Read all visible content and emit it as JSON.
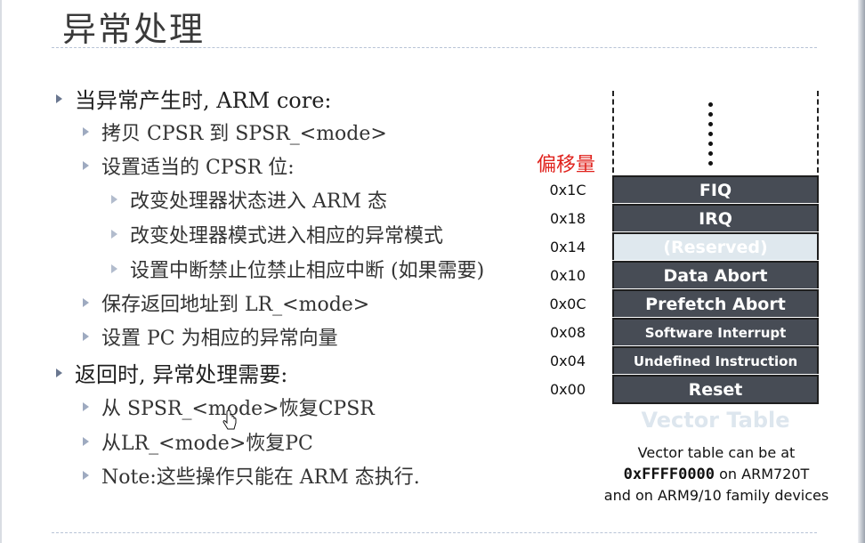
{
  "slide": {
    "title": "异常处理",
    "bullets": [
      {
        "level": 1,
        "text": "当异常产生时, ARM core:"
      },
      {
        "level": 2,
        "text": "拷贝 CPSR 到 SPSR_<mode>"
      },
      {
        "level": 2,
        "text": "设置适当的 CPSR 位:"
      },
      {
        "level": 3,
        "text": "改变处理器状态进入 ARM 态"
      },
      {
        "level": 3,
        "text": "改变处理器模式进入相应的异常模式"
      },
      {
        "level": 3,
        "text": "设置中断禁止位禁止相应中断 (如果需要)"
      },
      {
        "level": 2,
        "text": "保存返回地址到 LR_<mode>"
      },
      {
        "level": 2,
        "text": "设置 PC 为相应的异常向量"
      },
      {
        "level": 1,
        "text": "返回时, 异常处理需要:"
      },
      {
        "level": 2,
        "text": "从 SPSR_<mode>恢复CPSR"
      },
      {
        "level": 2,
        "text": "从LR_<mode>恢复PC"
      },
      {
        "level": 2,
        "text": "Note:这些操作只能在 ARM 态执行."
      }
    ]
  },
  "vector_table": {
    "offset_label": "偏移量",
    "rows": [
      {
        "addr": "0x1C",
        "label": "FIQ",
        "style": "big"
      },
      {
        "addr": "0x18",
        "label": "IRQ",
        "style": "big"
      },
      {
        "addr": "0x14",
        "label": "(Reserved)",
        "style": "reserved"
      },
      {
        "addr": "0x10",
        "label": "Data Abort",
        "style": "big"
      },
      {
        "addr": "0x0C",
        "label": "Prefetch Abort",
        "style": "big"
      },
      {
        "addr": "0x08",
        "label": "Software Interrupt",
        "style": "small"
      },
      {
        "addr": "0x04",
        "label": "Undefined Instruction",
        "style": "small"
      },
      {
        "addr": "0x00",
        "label": "Reset",
        "style": "big"
      }
    ],
    "caption": "Vector Table",
    "note_line1": "Vector table can be at",
    "note_address": "0xFFFF0000",
    "note_line2_suffix": " on ARM720T",
    "note_line3": "and on ARM9/10 family devices"
  },
  "colors": {
    "row_fill": "#474c55",
    "reserved_fill": "#dfe8ee",
    "offset_label": "#e0231e"
  }
}
